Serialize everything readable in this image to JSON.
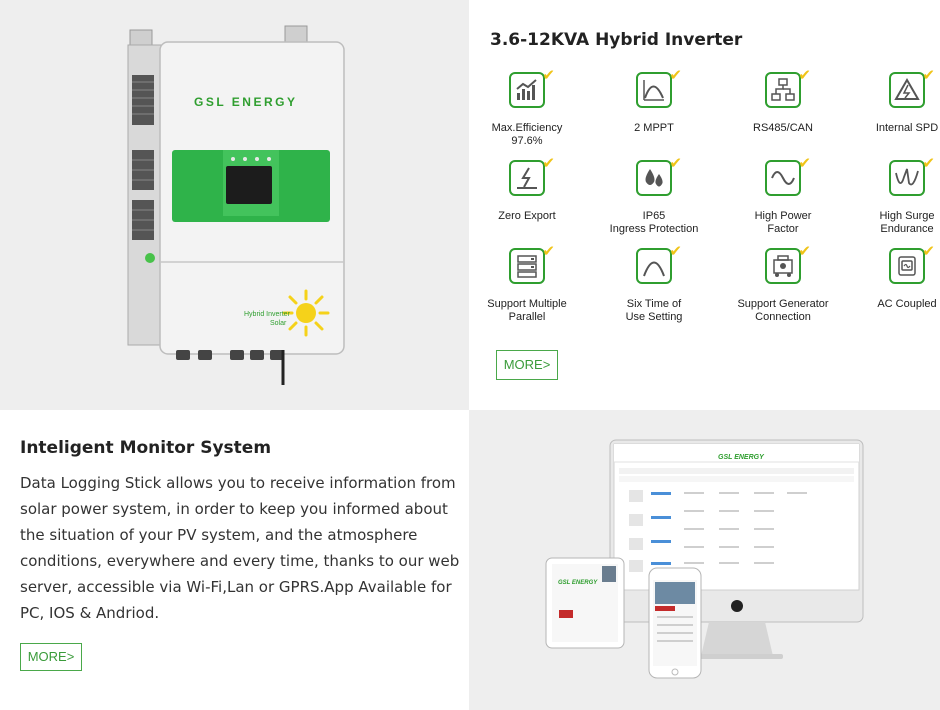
{
  "product": {
    "brand_label": "GSL ENERGY",
    "badge_line1": "Hybrid Inverter",
    "badge_line2": "Solar"
  },
  "features_section": {
    "title": "3.6-12KVA Hybrid Inverter",
    "items": [
      {
        "label": "Max.Efficiency\n97.6%",
        "icon": "efficiency-chart-icon"
      },
      {
        "label": "2 MPPT",
        "icon": "mppt-curve-icon"
      },
      {
        "label": "RS485/CAN",
        "icon": "network-icon"
      },
      {
        "label": "Internal SPD",
        "icon": "surge-protection-icon"
      },
      {
        "label": "Zero Export",
        "icon": "zero-export-icon"
      },
      {
        "label": "IP65\nIngress Protection",
        "icon": "water-drops-icon"
      },
      {
        "label": "High Power\nFactor",
        "icon": "sine-wave-icon"
      },
      {
        "label": "High Surge\nEndurance",
        "icon": "surge-wave-icon"
      },
      {
        "label": "Support Multiple\nParallel",
        "icon": "parallel-units-icon"
      },
      {
        "label": "Six Time of\nUse Setting",
        "icon": "time-curve-icon"
      },
      {
        "label": "Support Generator\nConnection",
        "icon": "generator-icon"
      },
      {
        "label": "AC Coupled",
        "icon": "ac-coupled-icon"
      }
    ],
    "more_label": "MORE>"
  },
  "monitor_section": {
    "title": "Inteligent Monitor System",
    "body": "Data Logging Stick allows you to receive information from solar power system, in order to keep you informed about the situation of your PV system, and the atmosphere conditions, everywhere and every time, thanks to our web server, accessible via Wi-Fi,Lan or GPRS.App Available for PC, IOS & Andriod.",
    "more_label": "MORE>"
  },
  "devices": {
    "monitor_header": "GSL ENERGY",
    "tablet_logo": "GSL ENERGY"
  },
  "colors": {
    "accent_green": "#2f9e2f",
    "panel_green": "#2fb34a",
    "check_yellow": "#f0c419",
    "panel_gray": "#eeeeee"
  }
}
